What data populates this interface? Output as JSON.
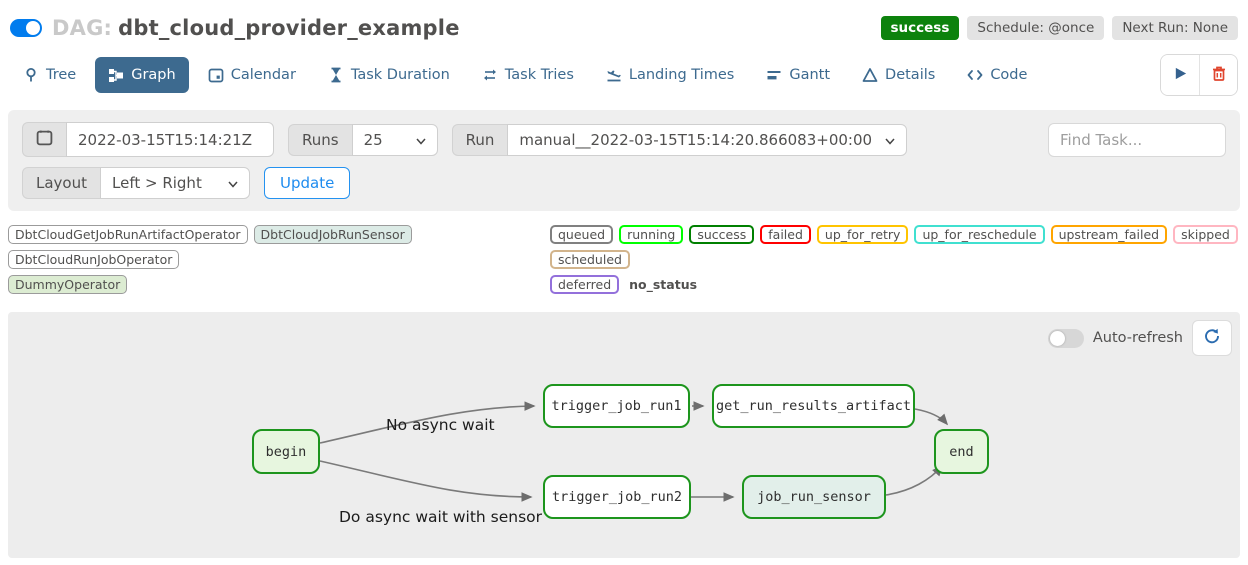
{
  "header": {
    "dag_prefix": "DAG:",
    "dag_title": "dbt_cloud_provider_example",
    "pause_toggle_on": true,
    "status_badge": "success",
    "schedule_badge": "Schedule: @once",
    "next_run_badge": "Next Run: None"
  },
  "tabs": {
    "items": [
      {
        "label": "Tree",
        "active": false
      },
      {
        "label": "Graph",
        "active": true
      },
      {
        "label": "Calendar",
        "active": false
      },
      {
        "label": "Task Duration",
        "active": false
      },
      {
        "label": "Task Tries",
        "active": false
      },
      {
        "label": "Landing Times",
        "active": false
      },
      {
        "label": "Gantt",
        "active": false
      },
      {
        "label": "Details",
        "active": false
      },
      {
        "label": "Code",
        "active": false
      }
    ]
  },
  "filters": {
    "base_date_value": "2022-03-15T15:14:21Z",
    "runs_label": "Runs",
    "runs_value": "25",
    "run_label": "Run",
    "run_value": "manual__2022-03-15T15:14:20.866083+00:00",
    "find_task_placeholder": "Find Task...",
    "layout_label": "Layout",
    "layout_value": "Left > Right",
    "update_button": "Update"
  },
  "legend": {
    "operators": [
      {
        "label": "DbtCloudGetJobRunArtifactOperator",
        "fill": "#ffffff"
      },
      {
        "label": "DbtCloudJobRunSensor",
        "fill": "#dcebe6"
      },
      {
        "label": "DbtCloudRunJobOperator",
        "fill": "#ffffff"
      },
      {
        "label": "DummyOperator",
        "fill": "#dcecd2"
      }
    ],
    "statuses": [
      {
        "label": "queued",
        "color": "#808080"
      },
      {
        "label": "running",
        "color": "#00ff00"
      },
      {
        "label": "success",
        "color": "#008000"
      },
      {
        "label": "failed",
        "color": "#ff0000"
      },
      {
        "label": "up_for_retry",
        "color": "#ffc400"
      },
      {
        "label": "up_for_reschedule",
        "color": "#40e0d0"
      },
      {
        "label": "upstream_failed",
        "color": "#ffa500"
      },
      {
        "label": "skipped",
        "color": "#ffb6c1"
      },
      {
        "label": "scheduled",
        "color": "#d2b48c"
      },
      {
        "label": "deferred",
        "color": "#9370db"
      },
      {
        "label": "no_status",
        "color": "none"
      }
    ]
  },
  "graph": {
    "auto_refresh_label": "Auto-refresh",
    "auto_refresh_on": false,
    "nodes": [
      {
        "label": "begin",
        "fill": "#e7f6df",
        "state_border": "#1d951d"
      },
      {
        "label": "trigger_job_run1",
        "fill": "#ffffff",
        "state_border": "#1d951d"
      },
      {
        "label": "get_run_results_artifact",
        "fill": "#ffffff",
        "state_border": "#1d951d"
      },
      {
        "label": "trigger_job_run2",
        "fill": "#ffffff",
        "state_border": "#1d951d"
      },
      {
        "label": "job_run_sensor",
        "fill": "#e2efea",
        "state_border": "#1d951d"
      },
      {
        "label": "end",
        "fill": "#e7f6df",
        "state_border": "#1d951d"
      }
    ],
    "edge_labels": [
      {
        "text": "No async wait"
      },
      {
        "text": "Do async wait with sensor"
      }
    ]
  },
  "colors": {
    "accent_blue": "#017cee",
    "tab_blue": "#3d6a8f",
    "update_blue": "#1f8cef",
    "success_green": "#0d820d",
    "node_border_green": "#1d951d",
    "edge_gray": "#7a7a7a",
    "play_icon": "#35618e",
    "trash_icon": "#e0452e",
    "refresh_icon": "#2b6cb0",
    "panel_gray": "#efefef"
  }
}
